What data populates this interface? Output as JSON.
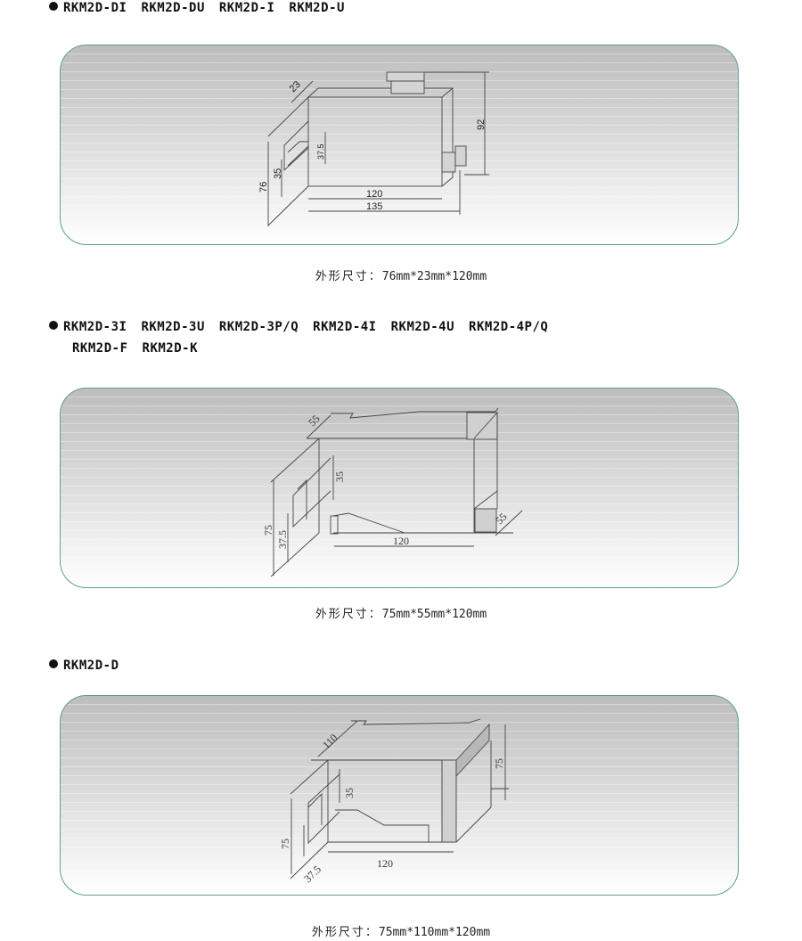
{
  "sections": [
    {
      "models": [
        "RKM2D-DI",
        "RKM2D-DU",
        "RKM2D-I",
        "RKM2D-U"
      ],
      "models_row2": [],
      "diagram": {
        "dimensions": {
          "depth": "23",
          "height_total": "92",
          "rail_width": "35",
          "rail_offset": "37.5",
          "height": "76",
          "length": "120",
          "length_total": "135"
        }
      },
      "caption_label": "外形尺寸：",
      "caption_value": "76mm*23mm*120mm"
    },
    {
      "models": [
        "RKM2D-3I",
        "RKM2D-3U",
        "RKM2D-3P/Q",
        "RKM2D-4I",
        "RKM2D-4U",
        "RKM2D-4P/Q"
      ],
      "models_row2": [
        "RKM2D-F",
        "RKM2D-K"
      ],
      "diagram": {
        "dimensions": {
          "depth_top": "55",
          "rail_width": "35",
          "height": "75",
          "rail_offset": "37.5",
          "length": "120",
          "depth_side": "55"
        }
      },
      "caption_label": "外形尺寸：",
      "caption_value": "75mm*55mm*120mm"
    },
    {
      "models": [
        "RKM2D-D"
      ],
      "models_row2": [],
      "diagram": {
        "dimensions": {
          "depth_top": "110",
          "rail_width": "35",
          "height": "75",
          "rail_offset": "37.5",
          "length": "120",
          "height_side": "75"
        }
      },
      "caption_label": "外形尺寸：",
      "caption_value": "75mm*110mm*120mm"
    }
  ],
  "colors": {
    "panel_border": "#5e9c9c",
    "panel_top": "#bdbdbd",
    "panel_bottom": "#ffffff"
  }
}
